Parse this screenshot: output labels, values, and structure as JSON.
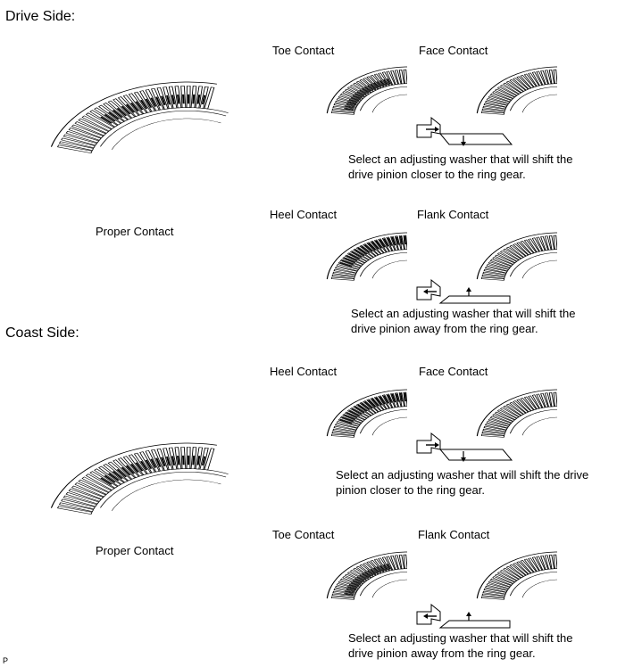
{
  "drive_side": {
    "title": "Drive Side:",
    "proper_label": "Proper Contact",
    "row1": {
      "left_label": "Toe Contact",
      "right_label": "Face Contact",
      "instruction_line1": "Select an adjusting washer that will shift the",
      "instruction_line2": "drive pinion closer to the ring gear."
    },
    "row2": {
      "left_label": "Heel Contact",
      "right_label": "Flank Contact",
      "instruction_line1": "Select an adjusting washer that will shift the",
      "instruction_line2": "drive pinion away from the ring gear."
    }
  },
  "coast_side": {
    "title": "Coast Side:",
    "proper_label": "Proper Contact",
    "row1": {
      "left_label": "Heel Contact",
      "right_label": "Face Contact",
      "instruction_line1": "Select an adjusting washer that will shift the drive",
      "instruction_line2": "pinion closer to the ring gear."
    },
    "row2": {
      "left_label": "Toe Contact",
      "right_label": "Flank Contact",
      "instruction_line1": "Select an adjusting washer that will shift the",
      "instruction_line2": "drive pinion away from the ring gear."
    }
  },
  "footer_code": "P"
}
